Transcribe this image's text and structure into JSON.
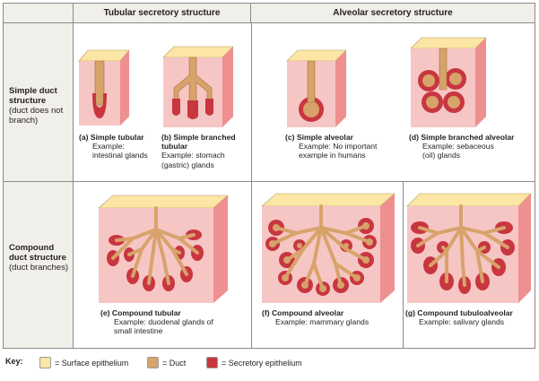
{
  "headers": {
    "tubular": "Tubular secretory structure",
    "alveolar": "Alveolar secretory structure"
  },
  "rows": {
    "simple": {
      "title": "Simple duct structure",
      "note": "(duct does not branch)"
    },
    "compound": {
      "title": "Compound duct structure",
      "note": "(duct branches)"
    }
  },
  "captions": {
    "a": {
      "title": "(a) Simple tubular",
      "line1": "Example:",
      "line2": "intestinal glands"
    },
    "b": {
      "title": "(b) Simple branched tubular",
      "line1": "Example: stomach",
      "line2": "(gastric) glands"
    },
    "c": {
      "title": "(c) Simple alveolar",
      "line1": "Example: No important",
      "line2": "example in humans"
    },
    "d": {
      "title": "(d) Simple branched alveolar",
      "line1": "Example: sebaceous",
      "line2": "(oil) glands"
    },
    "e": {
      "title": "(e) Compound tubular",
      "line1": "Example: duodenal glands of",
      "line2": "small intestine"
    },
    "f": {
      "title": "(f) Compound alveolar",
      "line1": "Example: mammary glands",
      "line2": ""
    },
    "g": {
      "title": "(g) Compound tubuloalveolar",
      "line1": "Example: salivary glands",
      "line2": ""
    }
  },
  "key": {
    "label": "Key:",
    "items": [
      {
        "label": "= Surface epithelium",
        "color": "#fbe6a6"
      },
      {
        "label": "= Duct",
        "color": "#d7a36b"
      },
      {
        "label": "= Secretory epithelium",
        "color": "#c8363f"
      }
    ]
  },
  "colors": {
    "tissue": "#f6c6c5",
    "tissue_side": "#ee8f90",
    "surface": "#fbe6a6",
    "duct": "#d7a36b",
    "secretory": "#c8363f",
    "grid_line": "#8a8a8a",
    "header_bg": "#f0efe9"
  }
}
